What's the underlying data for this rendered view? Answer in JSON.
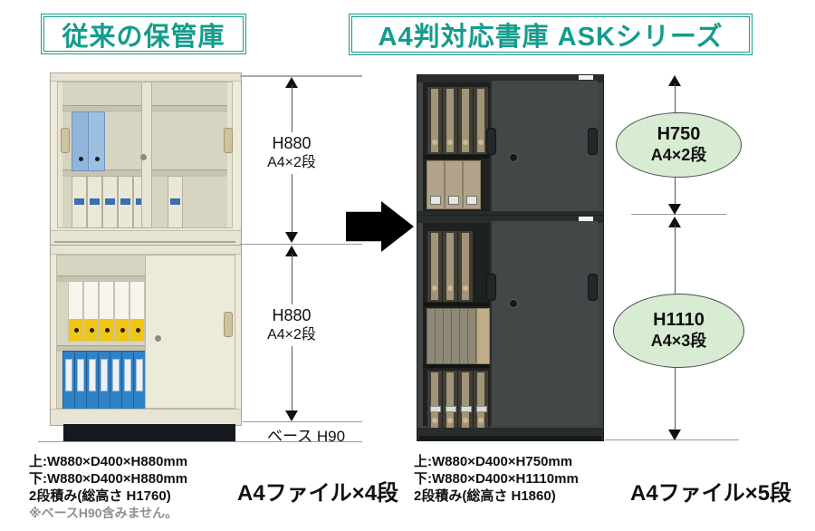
{
  "left": {
    "title": "従来の保管庫",
    "dims": [
      {
        "height": "H880",
        "rows": "A4×2段"
      },
      {
        "height": "H880",
        "rows": "A4×2段"
      }
    ],
    "base_label": "ベース H90",
    "specs": [
      "上:W880×D400×H880mm",
      "下:W880×D400×H880mm",
      "2段積み(総高さ H1760)"
    ],
    "note": "※ベースH90含みません。",
    "capacity": "A4ファイル×4段"
  },
  "right": {
    "title": "A4判対応書庫 ASKシリーズ",
    "dims": [
      {
        "height": "H750",
        "rows": "A4×2段"
      },
      {
        "height": "H1110",
        "rows": "A4×3段"
      }
    ],
    "specs": [
      "上:W880×D400×H750mm",
      "下:W880×D400×H1110mm",
      "2段積み(総高さ H1860)"
    ],
    "capacity": "A4ファイル×5段"
  },
  "colors": {
    "accent_teal": "#149c8c",
    "oval_green": "#d8ecd3",
    "cream": "#edead9",
    "dark": "#3f4342",
    "base_black": "#15181c"
  }
}
